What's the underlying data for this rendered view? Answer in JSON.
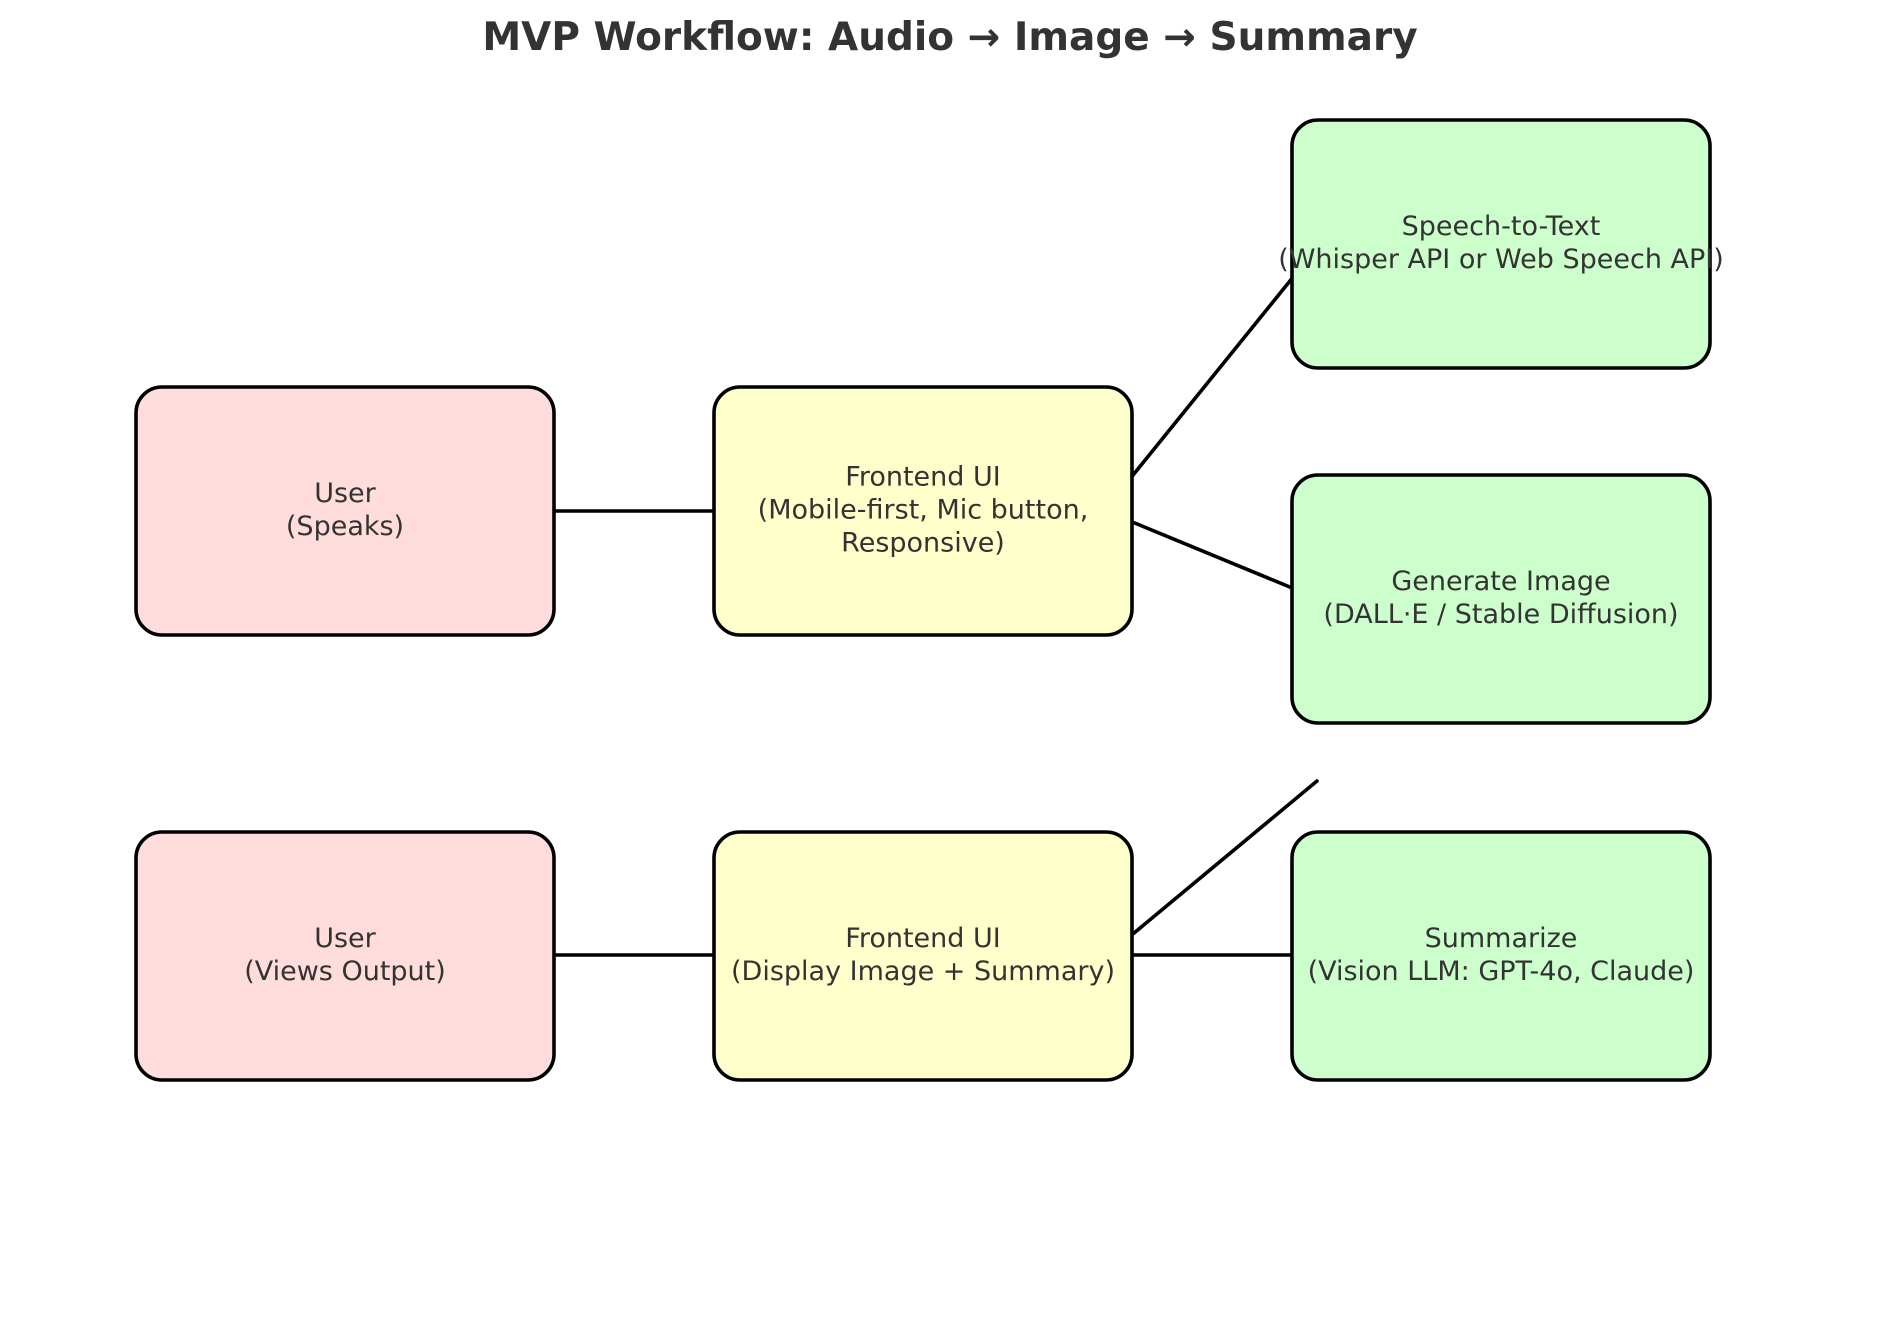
{
  "diagram": {
    "title": "MVP Workflow: Audio → Image → Summary",
    "colors": {
      "user": "#ffdddd",
      "frontend": "#ffffcc",
      "service": "#ccffcc",
      "stroke": "#000000",
      "text": "#333333"
    },
    "nodes": [
      {
        "id": "user-speaks",
        "kind": "user",
        "lines": [
          "User",
          "(Speaks)"
        ]
      },
      {
        "id": "frontend-input",
        "kind": "frontend",
        "lines": [
          "Frontend UI",
          "(Mobile-first, Mic button,",
          "Responsive)"
        ]
      },
      {
        "id": "speech-to-text",
        "kind": "service",
        "lines": [
          "Speech-to-Text",
          "(Whisper API or Web Speech API)"
        ]
      },
      {
        "id": "generate-image",
        "kind": "service",
        "lines": [
          "Generate Image",
          "(DALL·E / Stable Diffusion)"
        ]
      },
      {
        "id": "summarize",
        "kind": "service",
        "lines": [
          "Summarize",
          "(Vision LLM: GPT-4o, Claude)"
        ]
      },
      {
        "id": "frontend-output",
        "kind": "frontend",
        "lines": [
          "Frontend UI",
          "(Display Image + Summary)"
        ]
      },
      {
        "id": "user-views",
        "kind": "user",
        "lines": [
          "User",
          "(Views Output)"
        ]
      }
    ],
    "edges": [
      {
        "from": "user-speaks",
        "to": "frontend-input"
      },
      {
        "from": "frontend-input",
        "to": "speech-to-text"
      },
      {
        "from": "frontend-input",
        "to": "generate-image"
      },
      {
        "from": "generate-image",
        "to": "frontend-output"
      },
      {
        "from": "frontend-output",
        "to": "summarize"
      },
      {
        "from": "frontend-output",
        "to": "user-views"
      }
    ]
  }
}
